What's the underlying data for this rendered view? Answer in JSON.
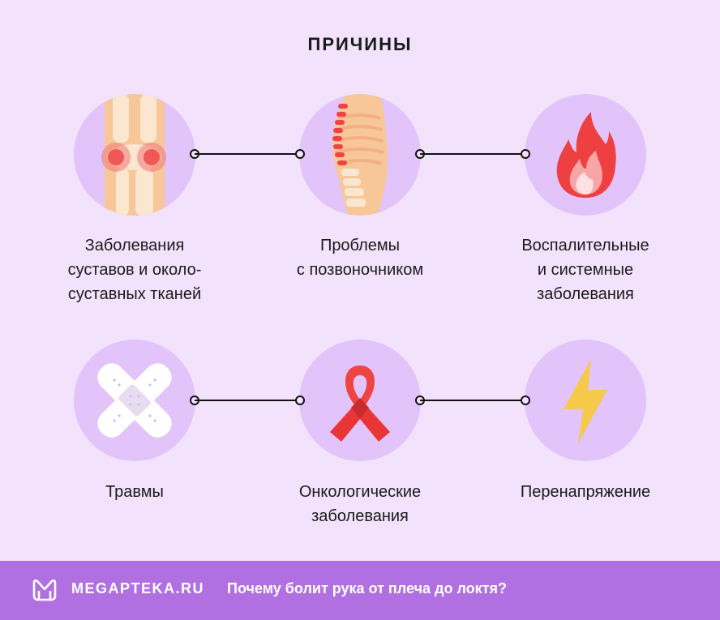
{
  "title": "ПРИЧИНЫ",
  "causes": [
    {
      "lines": [
        "Заболевания",
        "суставов и около-",
        "суставных тканей"
      ],
      "icon": "knee-joint-icon"
    },
    {
      "lines": [
        "Проблемы",
        "с позвоночником"
      ],
      "icon": "spine-icon"
    },
    {
      "lines": [
        "Воспалительные",
        "и системные",
        "заболевания"
      ],
      "icon": "fire-icon"
    },
    {
      "lines": [
        "Травмы"
      ],
      "icon": "bandage-icon"
    },
    {
      "lines": [
        "Онкологические",
        "заболевания"
      ],
      "icon": "cancer-ribbon-icon"
    },
    {
      "lines": [
        "Перенапряжение"
      ],
      "icon": "lightning-icon"
    }
  ],
  "footer": {
    "brand": "MEGAPTEKA.RU",
    "article_title": "Почему болит рука от плеча до локтя?",
    "logo_icon": "megapteka-logo-icon"
  },
  "colors": {
    "background": "#f2e2fc",
    "circle": "#e2c3fa",
    "footer": "#b070e2",
    "red": "#f04848",
    "yellow": "#f5c94a"
  }
}
